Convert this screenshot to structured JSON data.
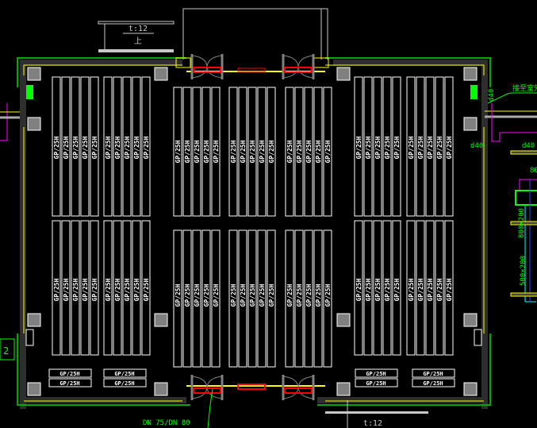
{
  "drawing": {
    "top_slope": "t:12",
    "top_direction": "上",
    "bottom_slope": "t:12",
    "rack_label": "GP/25H",
    "cabinet_labels": [
      "GP/25H",
      "GP/25H",
      "GP/25H",
      "GP/25H",
      "GP/25H",
      "GP/25H",
      "GP/25H",
      "GP/25H"
    ],
    "side_label_left": "2",
    "right_notes": {
      "pipe_note": "接至室外管",
      "d40_a": "d40",
      "d40_b": "d40",
      "d40_c": "d40",
      "size_a": "500×200",
      "size_b": "800×200",
      "dim_80": "80",
      "bottom_note": "DN 75/DN 80"
    },
    "colors": {
      "wall": "#2a2a2a",
      "yellow": "#ffff00",
      "green": "#00ff00",
      "red": "#ff0000",
      "magenta": "#ff00ff",
      "cyan": "#00ffff",
      "gray": "#808080"
    }
  }
}
